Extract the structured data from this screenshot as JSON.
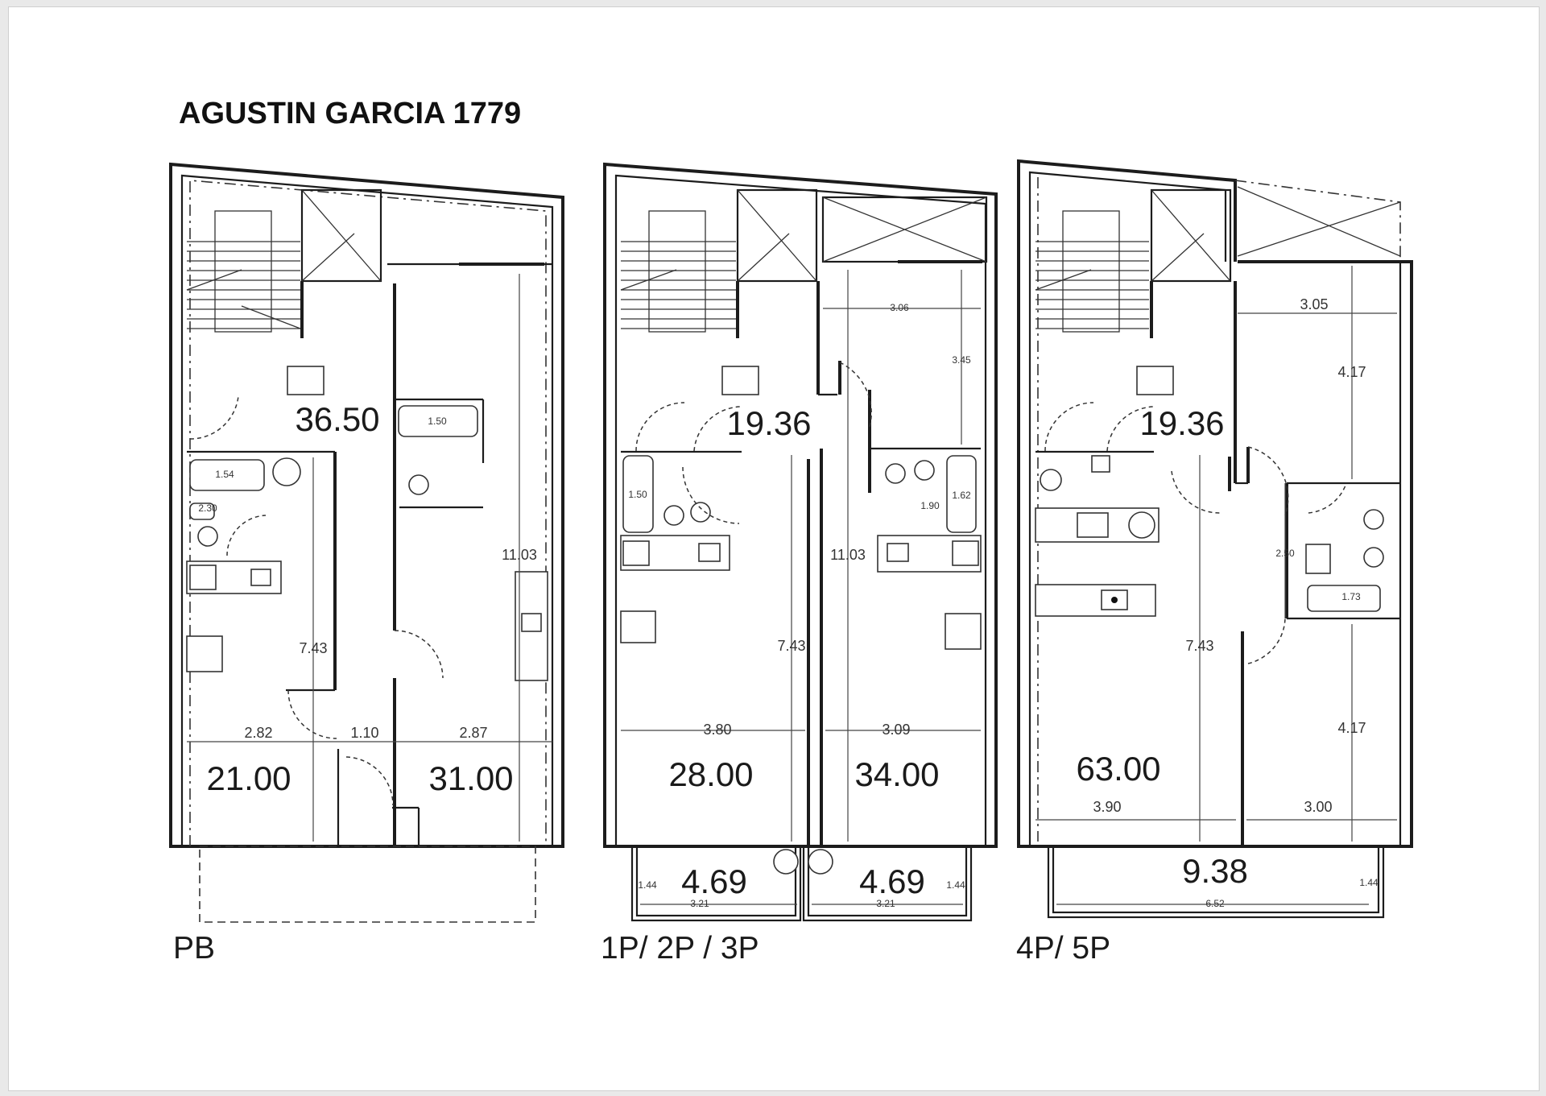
{
  "title": "AGUSTIN GARCIA 1779",
  "plans": [
    {
      "label": "PB",
      "areas": [
        "36.50",
        "21.00",
        "31.00"
      ],
      "dimensions": [
        "1.54",
        "2.30",
        "1.50",
        "11.03",
        "7.43",
        "2.82",
        "1.10",
        "2.87"
      ]
    },
    {
      "label": "1P/ 2P / 3P",
      "areas": [
        "19.36",
        "28.00",
        "34.00",
        "4.69",
        "4.69"
      ],
      "dimensions": [
        "3.06",
        "3.45",
        "1.50",
        "1.90",
        "1.62",
        "11.03",
        "7.43",
        "3.80",
        "3.09",
        "1.44",
        "3.21",
        "3.21",
        "1.44"
      ]
    },
    {
      "label": "4P/ 5P",
      "areas": [
        "19.36",
        "63.00",
        "9.38"
      ],
      "dimensions": [
        "3.05",
        "4.17",
        "2.50",
        "1.73",
        "7.43",
        "4.17",
        "3.90",
        "3.00",
        "1.44",
        "6.52"
      ]
    }
  ]
}
